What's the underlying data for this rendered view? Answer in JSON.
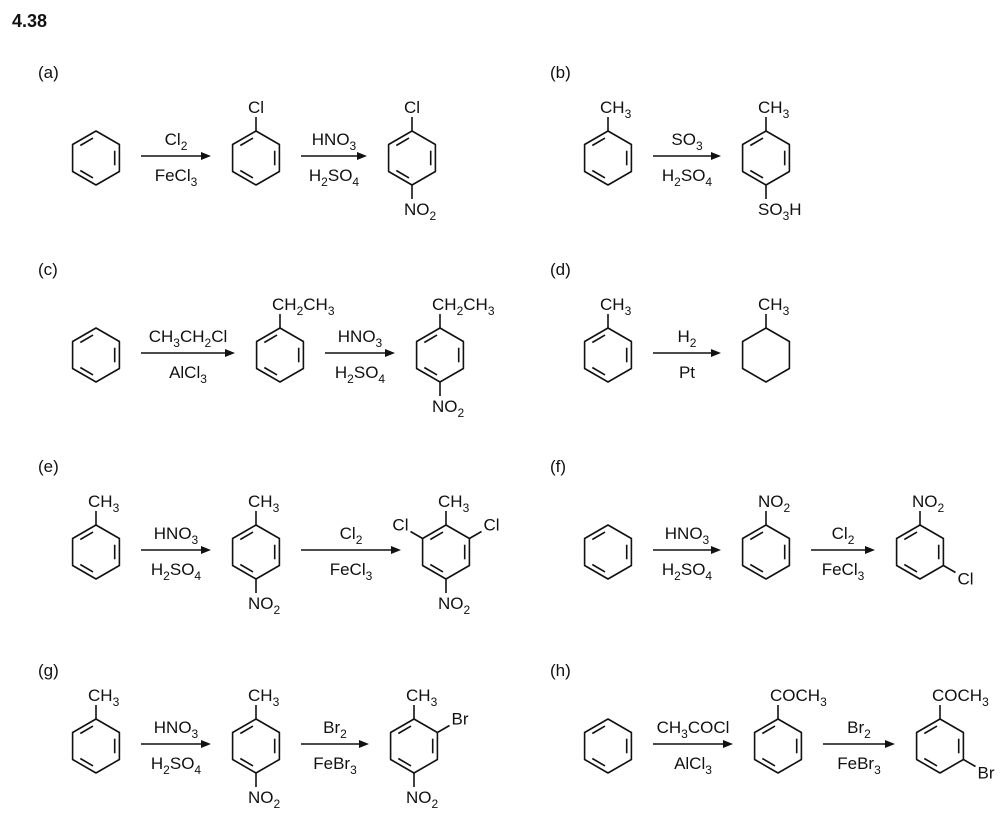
{
  "problem_number": "4.38",
  "icons": {
    "ring": "benzene-ring-icon",
    "cyclohexane": "cyclohexane-ring-icon",
    "arrow": "reaction-arrow-icon"
  },
  "panels": [
    {
      "label": "(a)",
      "steps": [
        {
          "above": "Cl2",
          "below": "FeCl3"
        },
        {
          "above": "HNO3",
          "below": "H2SO4"
        }
      ],
      "molecules": [
        {
          "ring": "benzene",
          "subs": []
        },
        {
          "ring": "benzene",
          "subs": [
            {
              "pos": 0,
              "text": "Cl"
            }
          ]
        },
        {
          "ring": "benzene",
          "subs": [
            {
              "pos": 0,
              "text": "Cl"
            },
            {
              "pos": 3,
              "text": "NO2"
            }
          ]
        }
      ]
    },
    {
      "label": "(b)",
      "steps": [
        {
          "above": "SO3",
          "below": "H2SO4"
        }
      ],
      "molecules": [
        {
          "ring": "benzene",
          "subs": [
            {
              "pos": 0,
              "text": "CH3"
            }
          ]
        },
        {
          "ring": "benzene",
          "subs": [
            {
              "pos": 0,
              "text": "CH3"
            },
            {
              "pos": 3,
              "text": "SO3H"
            }
          ]
        }
      ]
    },
    {
      "label": "(c)",
      "steps": [
        {
          "above": "CH3CH2Cl",
          "below": "AlCl3"
        },
        {
          "above": "HNO3",
          "below": "H2SO4"
        }
      ],
      "molecules": [
        {
          "ring": "benzene",
          "subs": []
        },
        {
          "ring": "benzene",
          "subs": [
            {
              "pos": 0,
              "text": "CH2CH3"
            }
          ]
        },
        {
          "ring": "benzene",
          "subs": [
            {
              "pos": 0,
              "text": "CH2CH3"
            },
            {
              "pos": 3,
              "text": "NO2"
            }
          ]
        }
      ]
    },
    {
      "label": "(d)",
      "steps": [
        {
          "above": "H2",
          "below": "Pt"
        }
      ],
      "molecules": [
        {
          "ring": "benzene",
          "subs": [
            {
              "pos": 0,
              "text": "CH3"
            }
          ]
        },
        {
          "ring": "cyclohexane",
          "subs": [
            {
              "pos": 0,
              "text": "CH3"
            }
          ]
        }
      ]
    },
    {
      "label": "(e)",
      "steps": [
        {
          "above": "HNO3",
          "below": "H2SO4"
        },
        {
          "above": "Cl2",
          "below": "FeCl3"
        }
      ],
      "molecules": [
        {
          "ring": "benzene",
          "subs": [
            {
              "pos": 0,
              "text": "CH3"
            }
          ]
        },
        {
          "ring": "benzene",
          "subs": [
            {
              "pos": 0,
              "text": "CH3"
            },
            {
              "pos": 3,
              "text": "NO2"
            }
          ]
        },
        {
          "ring": "benzene",
          "subs": [
            {
              "pos": 0,
              "text": "CH3"
            },
            {
              "pos": 1,
              "text": "Cl"
            },
            {
              "pos": 5,
              "text": "Cl"
            },
            {
              "pos": 3,
              "text": "NO2"
            }
          ]
        }
      ]
    },
    {
      "label": "(f)",
      "steps": [
        {
          "above": "HNO3",
          "below": "H2SO4"
        },
        {
          "above": "Cl2",
          "below": "FeCl3"
        }
      ],
      "molecules": [
        {
          "ring": "benzene",
          "subs": []
        },
        {
          "ring": "benzene",
          "subs": [
            {
              "pos": 0,
              "text": "NO2"
            }
          ]
        },
        {
          "ring": "benzene",
          "subs": [
            {
              "pos": 0,
              "text": "NO2"
            },
            {
              "pos": 2,
              "text": "Cl"
            }
          ]
        }
      ]
    },
    {
      "label": "(g)",
      "steps": [
        {
          "above": "HNO3",
          "below": "H2SO4"
        },
        {
          "above": "Br2",
          "below": "FeBr3"
        }
      ],
      "molecules": [
        {
          "ring": "benzene",
          "subs": [
            {
              "pos": 0,
              "text": "CH3"
            }
          ]
        },
        {
          "ring": "benzene",
          "subs": [
            {
              "pos": 0,
              "text": "CH3"
            },
            {
              "pos": 3,
              "text": "NO2"
            }
          ]
        },
        {
          "ring": "benzene",
          "subs": [
            {
              "pos": 0,
              "text": "CH3"
            },
            {
              "pos": 1,
              "text": "Br"
            },
            {
              "pos": 3,
              "text": "NO2"
            }
          ]
        }
      ]
    },
    {
      "label": "(h)",
      "steps": [
        {
          "above": "CH3COCl",
          "below": "AlCl3"
        },
        {
          "above": "Br2",
          "below": "FeBr3"
        }
      ],
      "molecules": [
        {
          "ring": "benzene",
          "subs": []
        },
        {
          "ring": "benzene",
          "subs": [
            {
              "pos": 0,
              "text": "COCH3"
            }
          ]
        },
        {
          "ring": "benzene",
          "subs": [
            {
              "pos": 0,
              "text": "COCH3"
            },
            {
              "pos": 2,
              "text": "Br"
            }
          ]
        }
      ]
    }
  ]
}
